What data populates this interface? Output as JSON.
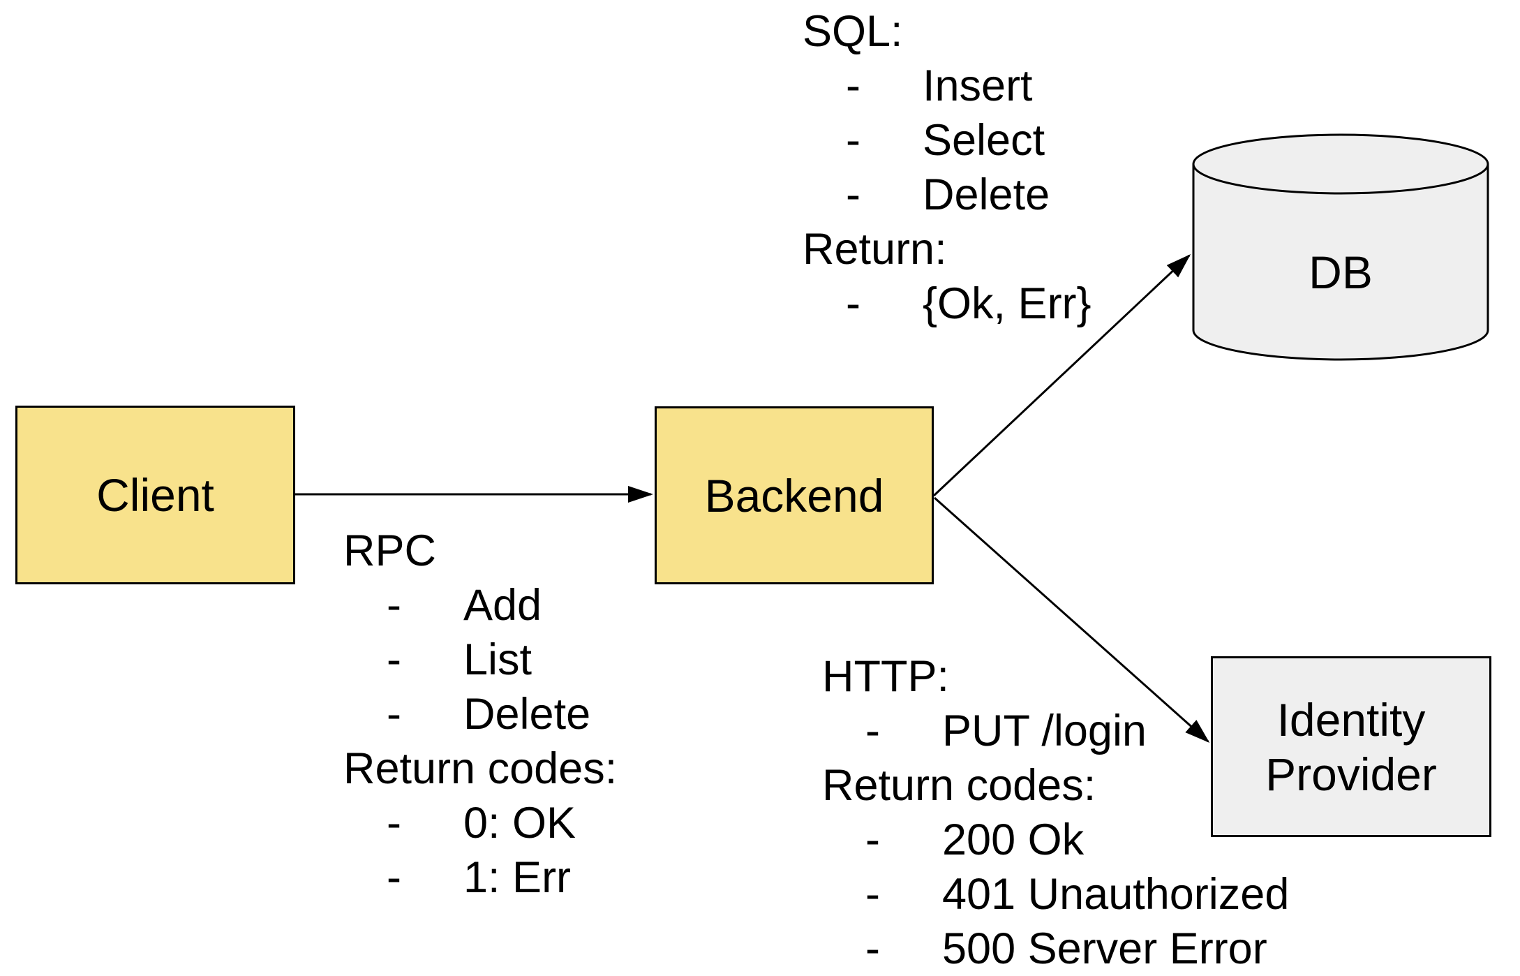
{
  "colors": {
    "node_yellow": "#f8e28c",
    "node_gray": "#efefef",
    "stroke": "#000000",
    "bg": "#ffffff"
  },
  "nodes": {
    "client": {
      "label": "Client"
    },
    "backend": {
      "label": "Backend"
    },
    "db": {
      "label": "DB"
    },
    "identity_provider": {
      "line1": "Identity",
      "line2": "Provider"
    }
  },
  "annotations": {
    "sql": {
      "lines": [
        {
          "kind": "header",
          "text": "SQL:"
        },
        {
          "kind": "bullet",
          "dash": "-",
          "text": "Insert"
        },
        {
          "kind": "bullet",
          "dash": "-",
          "text": "Select"
        },
        {
          "kind": "bullet",
          "dash": "-",
          "text": "Delete"
        },
        {
          "kind": "header",
          "text": "Return:"
        },
        {
          "kind": "bullet",
          "dash": "-",
          "text": "{Ok, Err}"
        }
      ]
    },
    "rpc": {
      "lines": [
        {
          "kind": "header",
          "text": "RPC"
        },
        {
          "kind": "bullet",
          "dash": "-",
          "text": "Add"
        },
        {
          "kind": "bullet",
          "dash": "-",
          "text": "List"
        },
        {
          "kind": "bullet",
          "dash": "-",
          "text": "Delete"
        },
        {
          "kind": "header",
          "text": "Return codes:"
        },
        {
          "kind": "bullet",
          "dash": "-",
          "text": "0: OK"
        },
        {
          "kind": "bullet",
          "dash": "-",
          "text": "1: Err"
        }
      ]
    },
    "http": {
      "lines": [
        {
          "kind": "header",
          "text": "HTTP:"
        },
        {
          "kind": "bullet",
          "dash": "-",
          "text": "PUT /login"
        },
        {
          "kind": "header",
          "text": "Return codes:"
        },
        {
          "kind": "bullet",
          "dash": "-",
          "text": "200 Ok"
        },
        {
          "kind": "bullet",
          "dash": "-",
          "text": "401 Unauthorized"
        },
        {
          "kind": "bullet",
          "dash": "-",
          "text": "500 Server Error"
        }
      ]
    }
  }
}
